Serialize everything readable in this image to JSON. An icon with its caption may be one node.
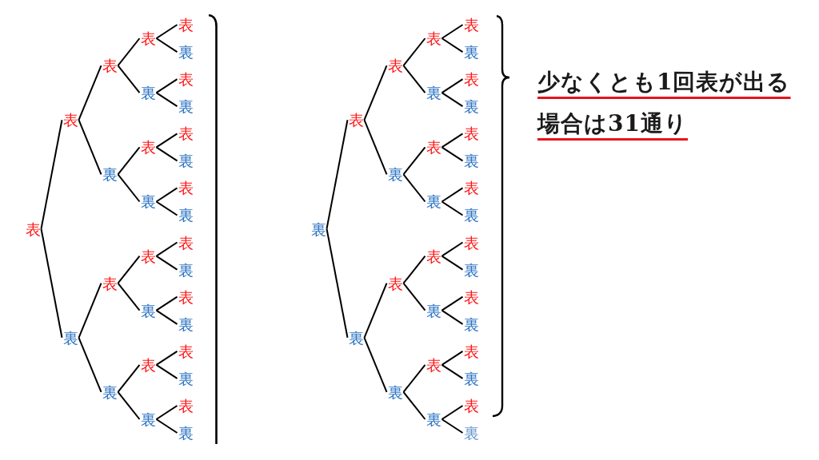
{
  "diagram": {
    "nodes": [
      {
        "text": [
          "表"
        ]
      },
      {
        "text": [
          "表"
        ]
      },
      {
        "text": [
          "裏"
        ]
      },
      {
        "text": [
          "表"
        ]
      },
      {
        "text": [
          "裏"
        ]
      },
      {
        "text": [
          "表"
        ]
      },
      {
        "text": [
          "裏"
        ]
      },
      {
        "text": [
          "表"
        ]
      },
      {
        "text": [
          "裏"
        ]
      },
      {
        "text": [
          "表"
        ]
      },
      {
        "text": [
          "裏"
        ]
      },
      {
        "text": [
          "表"
        ]
      },
      {
        "text": [
          "裏"
        ]
      },
      {
        "text": [
          "表"
        ]
      },
      {
        "text": [
          "裏"
        ]
      },
      {
        "text": [
          "表"
        ]
      },
      {
        "text": [
          "裏"
        ]
      },
      {
        "text": [
          "表"
        ]
      },
      {
        "text": [
          "裏"
        ]
      },
      {
        "text": [
          "表"
        ]
      },
      {
        "text": [
          "裏"
        ]
      },
      {
        "text": [
          "表"
        ]
      },
      {
        "text": [
          "裏"
        ]
      },
      {
        "text": [
          "表"
        ]
      },
      {
        "text": [
          "裏"
        ]
      },
      {
        "text": [
          "表"
        ]
      },
      {
        "text": [
          "裏"
        ]
      },
      {
        "text": [
          "表"
        ]
      },
      {
        "text": [
          "裏"
        ]
      },
      {
        "text": [
          "表"
        ]
      },
      {
        "text": [
          "裏"
        ]
      },
      {
        "text": [
          "裏"
        ]
      },
      {
        "text": [
          "表"
        ]
      },
      {
        "text": [
          "裏"
        ]
      },
      {
        "text": [
          "表"
        ]
      },
      {
        "text": [
          "裏"
        ]
      },
      {
        "text": [
          "表"
        ]
      },
      {
        "text": [
          "裏"
        ]
      },
      {
        "text": [
          "表"
        ]
      },
      {
        "text": [
          "裏"
        ]
      },
      {
        "text": [
          "表"
        ]
      },
      {
        "text": [
          "裏"
        ]
      },
      {
        "text": [
          "表"
        ]
      },
      {
        "text": [
          "裏"
        ]
      },
      {
        "text": [
          "表"
        ]
      },
      {
        "text": [
          "裏"
        ]
      },
      {
        "text": [
          "表"
        ]
      },
      {
        "text": [
          "裏"
        ]
      },
      {
        "text": [
          "表"
        ]
      },
      {
        "text": [
          "裏"
        ]
      },
      {
        "text": [
          "表"
        ]
      },
      {
        "text": [
          "裏"
        ]
      },
      {
        "text": [
          "表"
        ]
      },
      {
        "text": [
          "裏"
        ]
      },
      {
        "text": [
          "表"
        ]
      },
      {
        "text": [
          "裏"
        ]
      },
      {
        "text": [
          "表"
        ]
      },
      {
        "text": [
          "裏"
        ]
      },
      {
        "text": [
          "表"
        ]
      },
      {
        "text": [
          "裏"
        ]
      },
      {
        "text": [
          "表"
        ]
      },
      {
        "text": [
          "裏"
        ]
      }
    ],
    "edges": [
      {
        "from": 0,
        "to": 1,
        "arrow": "none"
      },
      {
        "from": 0,
        "to": 2,
        "arrow": "none"
      },
      {
        "from": 1,
        "to": 3,
        "arrow": "none"
      },
      {
        "from": 1,
        "to": 4,
        "arrow": "none"
      },
      {
        "from": 2,
        "to": 5,
        "arrow": "none"
      },
      {
        "from": 2,
        "to": 6,
        "arrow": "none"
      },
      {
        "from": 3,
        "to": 7,
        "arrow": "none"
      },
      {
        "from": 3,
        "to": 8,
        "arrow": "none"
      },
      {
        "from": 4,
        "to": 9,
        "arrow": "none"
      },
      {
        "from": 4,
        "to": 10,
        "arrow": "none"
      },
      {
        "from": 5,
        "to": 11,
        "arrow": "none"
      },
      {
        "from": 5,
        "to": 12,
        "arrow": "none"
      },
      {
        "from": 6,
        "to": 13,
        "arrow": "none"
      },
      {
        "from": 6,
        "to": 14,
        "arrow": "none"
      },
      {
        "from": 7,
        "to": 15,
        "arrow": "none"
      },
      {
        "from": 7,
        "to": 16,
        "arrow": "none"
      },
      {
        "from": 8,
        "to": 17,
        "arrow": "none"
      },
      {
        "from": 8,
        "to": 18,
        "arrow": "none"
      },
      {
        "from": 9,
        "to": 19,
        "arrow": "none"
      },
      {
        "from": 9,
        "to": 20,
        "arrow": "none"
      },
      {
        "from": 10,
        "to": 21,
        "arrow": "none"
      },
      {
        "from": 10,
        "to": 22,
        "arrow": "none"
      },
      {
        "from": 11,
        "to": 23,
        "arrow": "none"
      },
      {
        "from": 11,
        "to": 24,
        "arrow": "none"
      },
      {
        "from": 12,
        "to": 25,
        "arrow": "none"
      },
      {
        "from": 12,
        "to": 26,
        "arrow": "none"
      },
      {
        "from": 13,
        "to": 27,
        "arrow": "none"
      },
      {
        "from": 13,
        "to": 28,
        "arrow": "none"
      },
      {
        "from": 14,
        "to": 29,
        "arrow": "none"
      },
      {
        "from": 14,
        "to": 30,
        "arrow": "none"
      },
      {
        "from": 31,
        "to": 32,
        "arrow": "none"
      },
      {
        "from": 31,
        "to": 33,
        "arrow": "none"
      },
      {
        "from": 32,
        "to": 34,
        "arrow": "none"
      },
      {
        "from": 32,
        "to": 35,
        "arrow": "none"
      },
      {
        "from": 33,
        "to": 36,
        "arrow": "none"
      },
      {
        "from": 33,
        "to": 37,
        "arrow": "none"
      },
      {
        "from": 34,
        "to": 38,
        "arrow": "none"
      },
      {
        "from": 34,
        "to": 39,
        "arrow": "none"
      },
      {
        "from": 35,
        "to": 40,
        "arrow": "none"
      },
      {
        "from": 35,
        "to": 41,
        "arrow": "none"
      },
      {
        "from": 36,
        "to": 42,
        "arrow": "none"
      },
      {
        "from": 36,
        "to": 43,
        "arrow": "none"
      },
      {
        "from": 37,
        "to": 44,
        "arrow": "none"
      },
      {
        "from": 37,
        "to": 45,
        "arrow": "none"
      },
      {
        "from": 38,
        "to": 46,
        "arrow": "none"
      },
      {
        "from": 38,
        "to": 47,
        "arrow": "none"
      },
      {
        "from": 39,
        "to": 48,
        "arrow": "none"
      },
      {
        "from": 39,
        "to": 49,
        "arrow": "none"
      },
      {
        "from": 40,
        "to": 50,
        "arrow": "none"
      },
      {
        "from": 40,
        "to": 51,
        "arrow": "none"
      },
      {
        "from": 41,
        "to": 52,
        "arrow": "none"
      },
      {
        "from": 41,
        "to": 53,
        "arrow": "none"
      },
      {
        "from": 42,
        "to": 54,
        "arrow": "none"
      },
      {
        "from": 42,
        "to": 55,
        "arrow": "none"
      },
      {
        "from": 43,
        "to": 56,
        "arrow": "none"
      },
      {
        "from": 43,
        "to": 57,
        "arrow": "none"
      },
      {
        "from": 44,
        "to": 58,
        "arrow": "none"
      },
      {
        "from": 44,
        "to": 59,
        "arrow": "none"
      },
      {
        "from": 45,
        "to": 60,
        "arrow": "none"
      },
      {
        "from": 45,
        "to": 61,
        "arrow": "none"
      }
    ],
    "labels": [
      "少なくとも1回表が出る場合は31通り"
    ]
  }
}
